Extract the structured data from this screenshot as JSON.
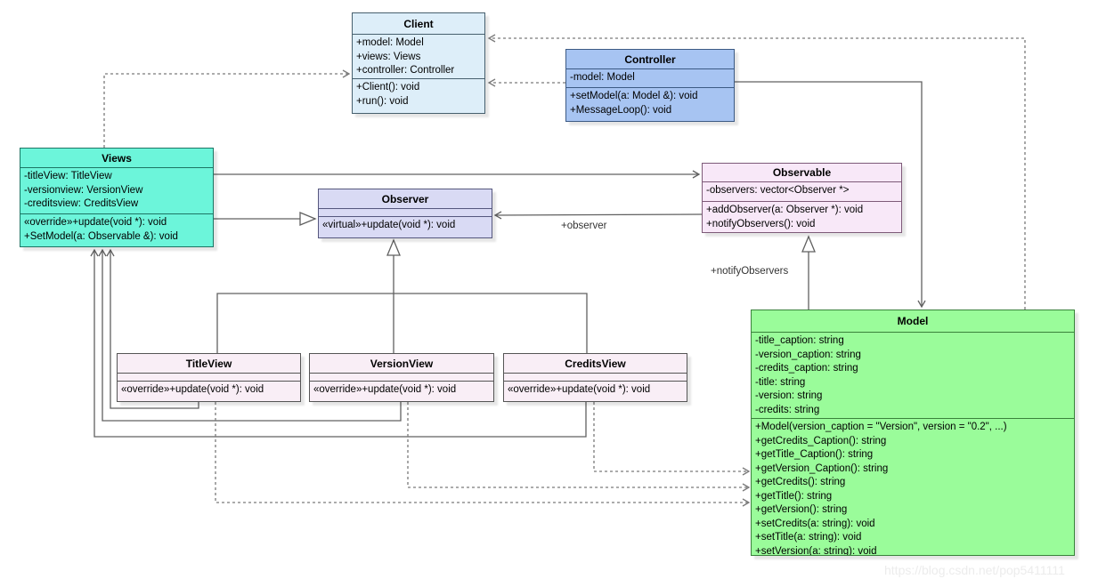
{
  "classes": {
    "client": {
      "title": "Client",
      "attributes": [
        "+model: Model",
        "+views: Views",
        "+controller: Controller"
      ],
      "methods": [
        "+Client(): void",
        "+run(): void"
      ]
    },
    "controller": {
      "title": "Controller",
      "attributes": [
        "-model: Model"
      ],
      "methods": [
        "+setModel(a: Model &): void",
        "+MessageLoop(): void"
      ]
    },
    "views": {
      "title": "Views",
      "attributes": [
        "-titleView: TitleView",
        "-versionview: VersionView",
        "-creditsview: CreditsView"
      ],
      "methods": [
        "«override»+update(void *): void",
        "+SetModel(a: Observable &): void"
      ]
    },
    "observer": {
      "title": "Observer",
      "attributes": [],
      "methods": [
        "«virtual»+update(void *): void"
      ]
    },
    "observable": {
      "title": "Observable",
      "attributes": [
        "-observers: vector<Observer *>"
      ],
      "methods": [
        "+addObserver(a: Observer *): void",
        "+notifyObservers(): void"
      ]
    },
    "model": {
      "title": "Model",
      "attributes": [
        "-title_caption: string",
        "-version_caption: string",
        "-credits_caption: string",
        "-title: string",
        "-version: string",
        "-credits: string"
      ],
      "methods": [
        "+Model(version_caption = \"Version\", version = \"0.2\", ...)",
        "+getCredits_Caption(): string",
        "+getTitle_Caption(): string",
        "+getVersion_Caption(): string",
        "+getCredits(): string",
        "+getTitle(): string",
        "+getVersion(): string",
        "+setCredits(a: string): void",
        "+setTitle(a: string): void",
        "+setVersion(a: string): void"
      ]
    },
    "title_view": {
      "title": "TitleView",
      "attributes": [],
      "methods": [
        "«override»+update(void *): void"
      ]
    },
    "version_view": {
      "title": "VersionView",
      "attributes": [],
      "methods": [
        "«override»+update(void *): void"
      ]
    },
    "credits_view": {
      "title": "CreditsView",
      "attributes": [],
      "methods": [
        "«override»+update(void *): void"
      ]
    }
  },
  "edge_labels": {
    "observer": "+observer",
    "notify_observers": "+notifyObservers"
  },
  "watermark": "https://blog.csdn.net/pop5411111",
  "colors": {
    "client": {
      "fill": "#ddeef9",
      "border": "#47606e"
    },
    "controller": {
      "fill": "#a7c4f2",
      "border": "#3c5a84"
    },
    "views": {
      "fill": "#6cf5da",
      "border": "#1d7564"
    },
    "observer": {
      "fill": "#d9daf4",
      "border": "#55577d"
    },
    "observable": {
      "fill": "#f8e8f8",
      "border": "#7d5a78"
    },
    "model": {
      "fill": "#9afc9a",
      "border": "#39823b"
    },
    "view_items": {
      "fill": "#f9eef6",
      "border": "#555555"
    },
    "solid_line": "#606060",
    "dashed_line": "#7a7a7a"
  }
}
